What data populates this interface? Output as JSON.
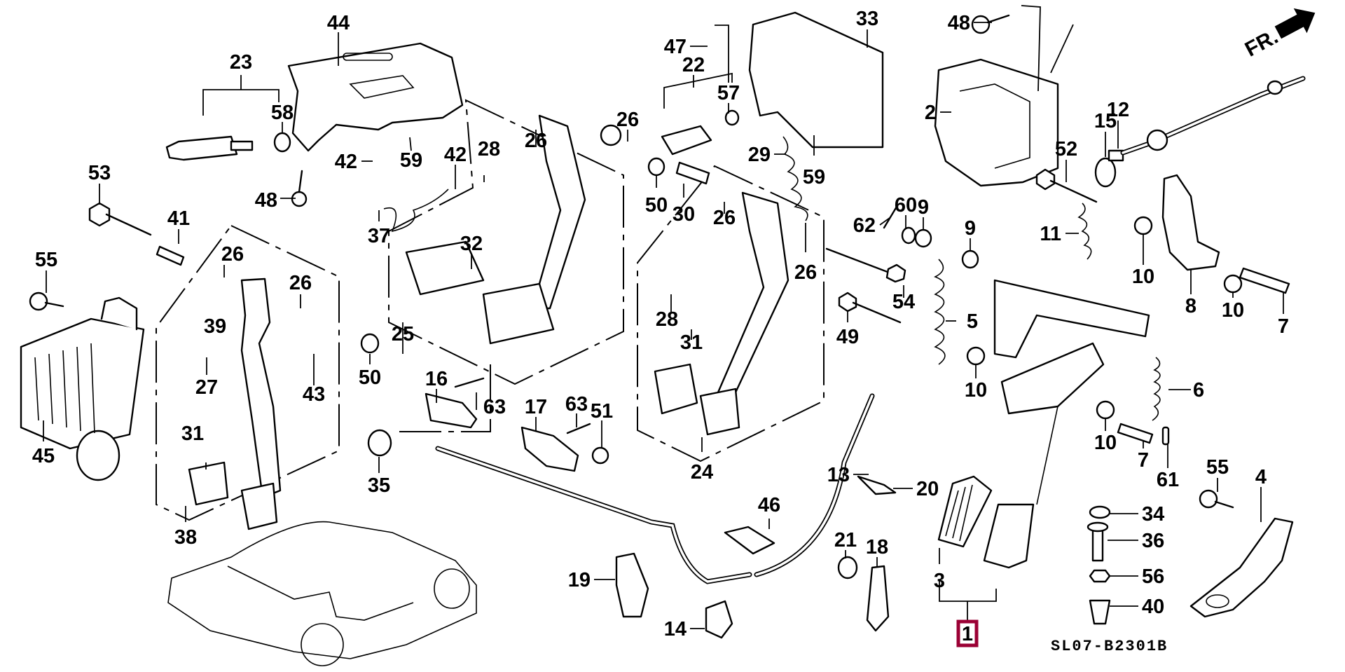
{
  "diagram": {
    "title": "Pedal assembly exploded parts diagram",
    "drawing_code": "SL07-B2301B",
    "direction_label": "FR.",
    "highlight_color": "#9b0034",
    "highlighted_part": "1",
    "callouts": [
      {
        "id": "c44",
        "text": "44"
      },
      {
        "id": "c23",
        "text": "23"
      },
      {
        "id": "c58",
        "text": "58"
      },
      {
        "id": "c59a",
        "text": "59"
      },
      {
        "id": "c42a",
        "text": "42"
      },
      {
        "id": "c42b",
        "text": "42"
      },
      {
        "id": "c48a",
        "text": "48"
      },
      {
        "id": "c37",
        "text": "37"
      },
      {
        "id": "c53",
        "text": "53"
      },
      {
        "id": "c41",
        "text": "41"
      },
      {
        "id": "c55a",
        "text": "55"
      },
      {
        "id": "c45",
        "text": "45"
      },
      {
        "id": "c26a",
        "text": "26"
      },
      {
        "id": "c26b",
        "text": "26"
      },
      {
        "id": "c39",
        "text": "39"
      },
      {
        "id": "c27",
        "text": "27"
      },
      {
        "id": "c43",
        "text": "43"
      },
      {
        "id": "c31a",
        "text": "31"
      },
      {
        "id": "c38",
        "text": "38"
      },
      {
        "id": "c50a",
        "text": "50"
      },
      {
        "id": "c35",
        "text": "35"
      },
      {
        "id": "c28a",
        "text": "28"
      },
      {
        "id": "c26c",
        "text": "26"
      },
      {
        "id": "c26d",
        "text": "26"
      },
      {
        "id": "c32",
        "text": "32"
      },
      {
        "id": "c25",
        "text": "25"
      },
      {
        "id": "c16",
        "text": "16"
      },
      {
        "id": "c63a",
        "text": "63"
      },
      {
        "id": "c17",
        "text": "17"
      },
      {
        "id": "c63b",
        "text": "63"
      },
      {
        "id": "c51",
        "text": "51"
      },
      {
        "id": "c47",
        "text": "47"
      },
      {
        "id": "c22",
        "text": "22"
      },
      {
        "id": "c57",
        "text": "57"
      },
      {
        "id": "c50b",
        "text": "50"
      },
      {
        "id": "c30",
        "text": "30"
      },
      {
        "id": "c33",
        "text": "33"
      },
      {
        "id": "c29",
        "text": "29"
      },
      {
        "id": "c59b",
        "text": "59"
      },
      {
        "id": "c26e",
        "text": "26"
      },
      {
        "id": "c26f",
        "text": "26"
      },
      {
        "id": "c28b",
        "text": "28"
      },
      {
        "id": "c31b",
        "text": "31"
      },
      {
        "id": "c24",
        "text": "24"
      },
      {
        "id": "c13",
        "text": "13"
      },
      {
        "id": "c46",
        "text": "46"
      },
      {
        "id": "c19",
        "text": "19"
      },
      {
        "id": "c14",
        "text": "14"
      },
      {
        "id": "c20",
        "text": "20"
      },
      {
        "id": "c21",
        "text": "21"
      },
      {
        "id": "c18",
        "text": "18"
      },
      {
        "id": "c3",
        "text": "3"
      },
      {
        "id": "c1",
        "text": "1"
      },
      {
        "id": "c48b",
        "text": "48"
      },
      {
        "id": "c2",
        "text": "2"
      },
      {
        "id": "c15",
        "text": "15"
      },
      {
        "id": "c12",
        "text": "12"
      },
      {
        "id": "c52",
        "text": "52"
      },
      {
        "id": "c62",
        "text": "62"
      },
      {
        "id": "c60",
        "text": "60"
      },
      {
        "id": "c9a",
        "text": "9"
      },
      {
        "id": "c9b",
        "text": "9"
      },
      {
        "id": "c11",
        "text": "11"
      },
      {
        "id": "c54",
        "text": "54"
      },
      {
        "id": "c49",
        "text": "49"
      },
      {
        "id": "c5",
        "text": "5"
      },
      {
        "id": "c10a",
        "text": "10"
      },
      {
        "id": "c10b",
        "text": "10"
      },
      {
        "id": "c10c",
        "text": "10"
      },
      {
        "id": "c10d",
        "text": "10"
      },
      {
        "id": "c8",
        "text": "8"
      },
      {
        "id": "c7a",
        "text": "7"
      },
      {
        "id": "c7b",
        "text": "7"
      },
      {
        "id": "c6",
        "text": "6"
      },
      {
        "id": "c61",
        "text": "61"
      },
      {
        "id": "c55b",
        "text": "55"
      },
      {
        "id": "c4",
        "text": "4"
      },
      {
        "id": "c34",
        "text": "34"
      },
      {
        "id": "c36",
        "text": "36"
      },
      {
        "id": "c56",
        "text": "56"
      },
      {
        "id": "c40",
        "text": "40"
      }
    ]
  }
}
